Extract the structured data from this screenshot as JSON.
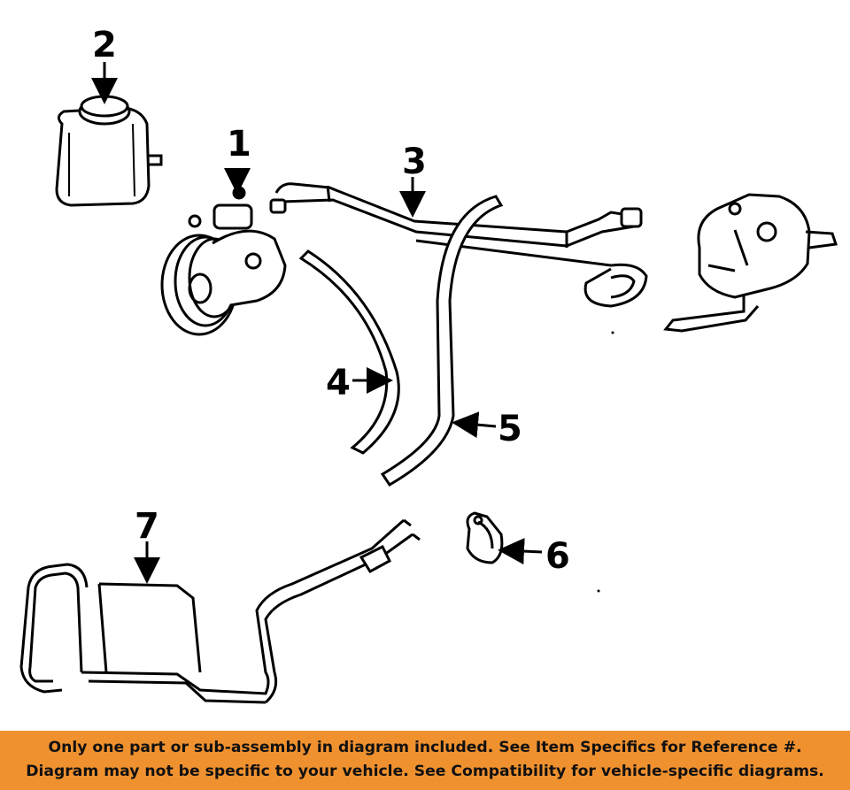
{
  "callouts": {
    "c1": "1",
    "c2": "2",
    "c3": "3",
    "c4": "4",
    "c5": "5",
    "c6": "6",
    "c7": "7"
  },
  "footer": {
    "line1": "Only one part or sub-assembly in diagram included. See Item Specifics for Reference #.",
    "line2": "Diagram may not be specific to your vehicle. See Compatibility for vehicle-specific diagrams."
  },
  "colors": {
    "banner": "#f0912f",
    "ink": "#111111"
  }
}
